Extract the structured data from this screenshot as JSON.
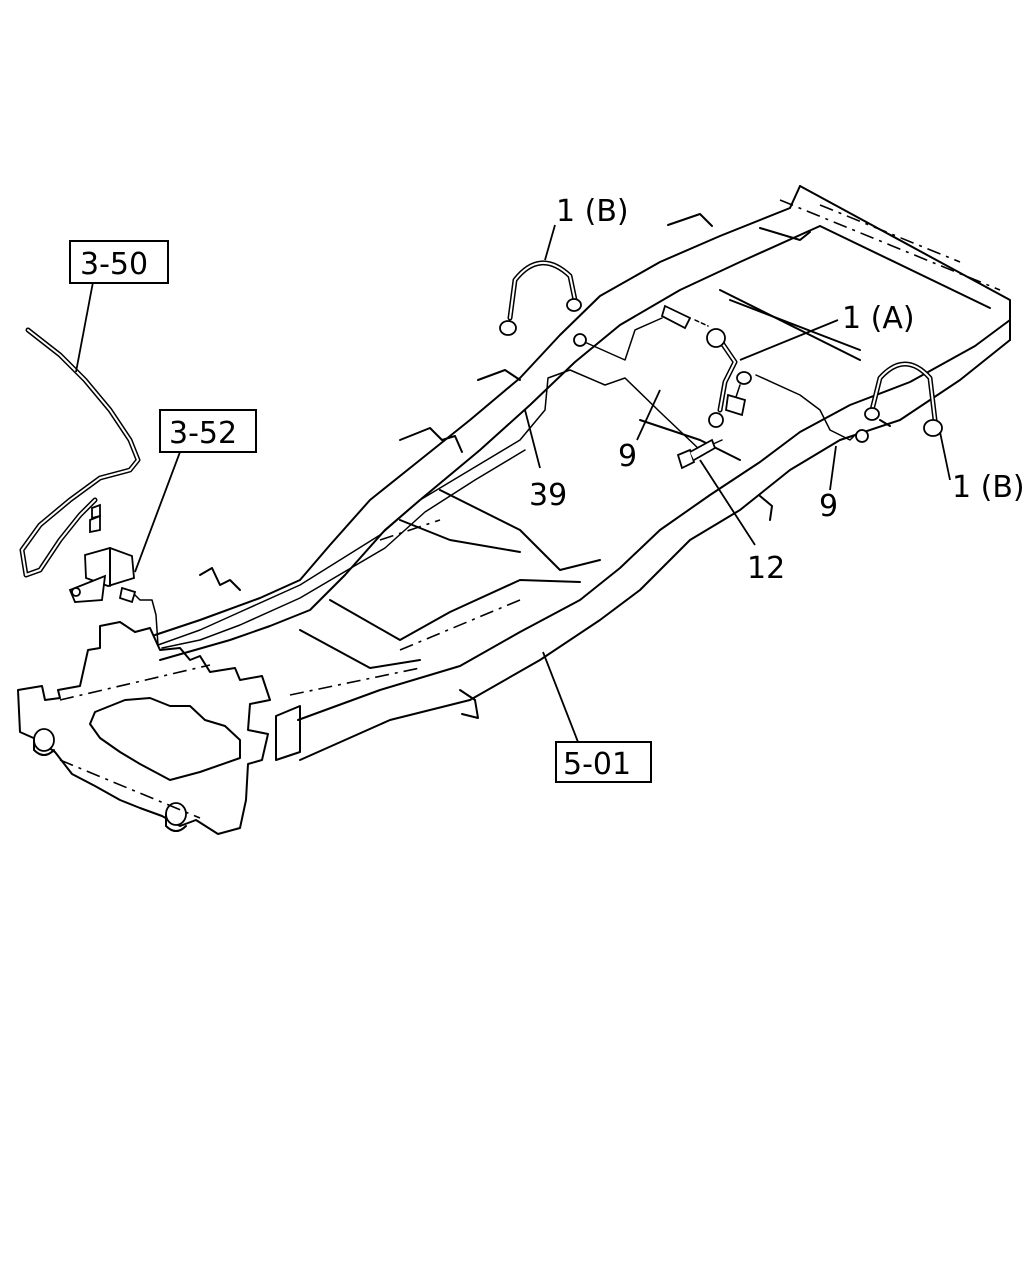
{
  "references": {
    "ref_3_50": "3-50",
    "ref_3_52": "3-52",
    "ref_5_01": "5-01"
  },
  "callouts": {
    "hose_front": "1 (B)",
    "hose_center": "1 (A)",
    "hose_rear": "1 (B)",
    "clip_left": "9",
    "clip_right": "9",
    "pipe": "39",
    "bolt": "12"
  }
}
